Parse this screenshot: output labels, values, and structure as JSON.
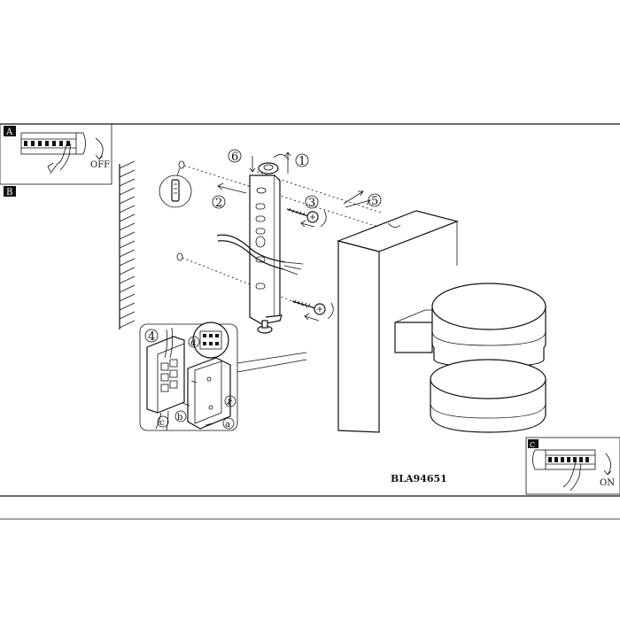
{
  "panels": {
    "a": {
      "tag": "A",
      "switch_label": "OFF"
    },
    "b": {
      "tag": "B"
    },
    "c": {
      "tag": "C",
      "switch_label": "ON"
    }
  },
  "steps": {
    "s1": "1",
    "s2": "2",
    "s3": "3",
    "s4": "4",
    "s5": "5",
    "s6": "6"
  },
  "sub_steps": {
    "a": "a",
    "b": "b",
    "c": "c",
    "d": "d",
    "f": "f"
  },
  "model_code": "BLA94651",
  "icons": [
    "wall-plug-icon",
    "screw-icon",
    "circuit-breaker-icon",
    "hand-icon",
    "arrow-icon"
  ]
}
